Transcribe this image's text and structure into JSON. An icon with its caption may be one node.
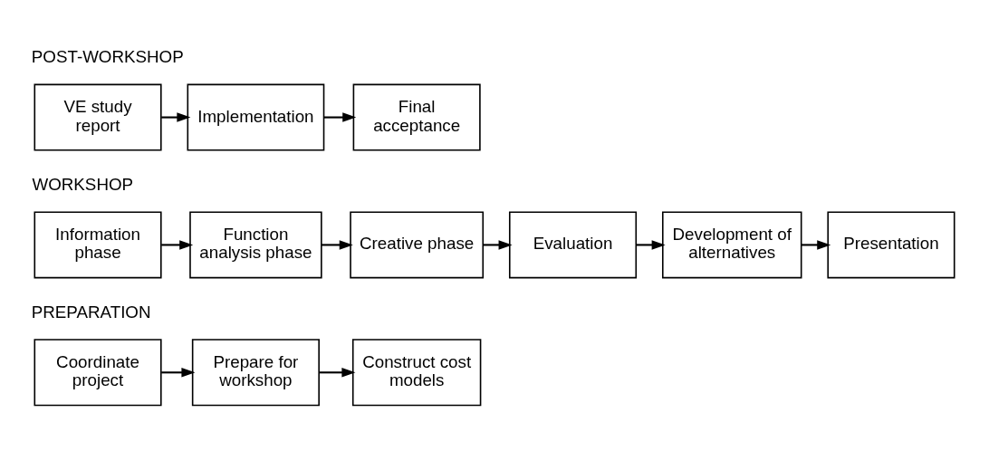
{
  "diagram": {
    "nodes": [
      {
        "text": [
          "Coordinate project"
        ]
      },
      {
        "text": [
          "Prepare for workshop"
        ]
      },
      {
        "text": [
          "Construct cost models"
        ]
      },
      {
        "text": [
          "Information phase"
        ]
      },
      {
        "text": [
          "Function analysis phase"
        ]
      },
      {
        "text": [
          "Creative phase"
        ]
      },
      {
        "text": [
          "Evaluation"
        ]
      },
      {
        "text": [
          "Development of alternatives"
        ]
      },
      {
        "text": [
          "Presentation"
        ]
      },
      {
        "text": [
          "VE study report"
        ]
      },
      {
        "text": [
          "Implementation"
        ]
      },
      {
        "text": [
          "Final acceptance"
        ]
      }
    ],
    "edges": [
      {
        "from": 0,
        "to": 1,
        "arrow": "to"
      },
      {
        "from": 1,
        "to": 2,
        "arrow": "to"
      },
      {
        "from": 3,
        "to": 4,
        "arrow": "to"
      },
      {
        "from": 4,
        "to": 5,
        "arrow": "to"
      },
      {
        "from": 5,
        "to": 6,
        "arrow": "to"
      },
      {
        "from": 6,
        "to": 7,
        "arrow": "to"
      },
      {
        "from": 7,
        "to": 8,
        "arrow": "to"
      },
      {
        "from": 9,
        "to": 10,
        "arrow": "to"
      },
      {
        "from": 10,
        "to": 11,
        "arrow": "to"
      }
    ],
    "labels": [
      "PREPARATION",
      "WORKSHOP",
      "POST-WORKSHOP"
    ]
  }
}
